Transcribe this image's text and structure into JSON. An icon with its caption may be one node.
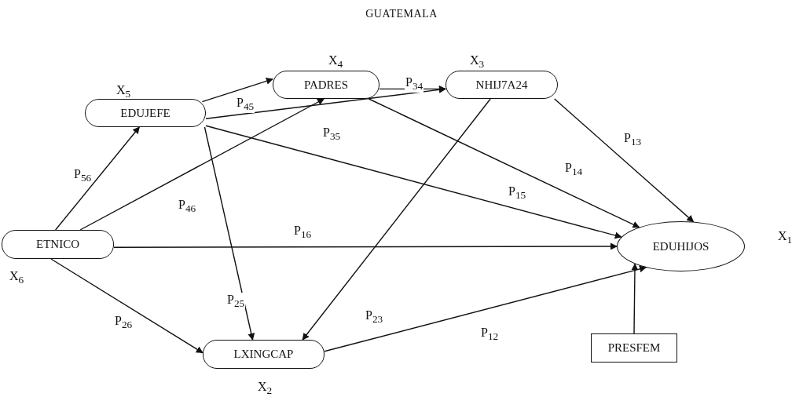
{
  "diagram": {
    "title": "GUATEMALA",
    "nodes": [
      {
        "text": [
          "PADRES"
        ],
        "beside": [
          "X$_{4}$"
        ]
      },
      {
        "text": [
          "NHIJ7A24"
        ],
        "beside": [
          "X$_{3}$"
        ]
      },
      {
        "text": [
          "EDUJEFE"
        ],
        "beside": [
          "X$_{5}$"
        ]
      },
      {
        "text": [
          "ETNICO"
        ],
        "beside": [
          "X$_{6}$"
        ]
      },
      {
        "text": [
          "EDUHIJOS"
        ],
        "beside": [
          "X$_{1}$"
        ]
      },
      {
        "text": [
          "LXINGCAP"
        ],
        "beside": [
          "X$_{2}$"
        ]
      },
      {
        "text": [
          "PRESFEM"
        ]
      }
    ],
    "edges": [
      {
        "from": 0,
        "to": 1,
        "arrow": "to",
        "label": "P$_{34}$"
      },
      {
        "from": 2,
        "to": 0,
        "arrow": "to",
        "label": "P$_{45}$"
      },
      {
        "from": 2,
        "to": 1,
        "arrow": "to",
        "label": "P$_{35}$"
      },
      {
        "from": 3,
        "to": 2,
        "arrow": "to",
        "label": "P$_{56}$"
      },
      {
        "from": 3,
        "to": 0,
        "arrow": "to",
        "label": "P$_{46}$"
      },
      {
        "from": 0,
        "to": 4,
        "arrow": "to",
        "label": "P$_{14}$"
      },
      {
        "from": 1,
        "to": 4,
        "arrow": "to",
        "label": "P$_{13}$"
      },
      {
        "from": 2,
        "to": 4,
        "arrow": "to",
        "label": "P$_{15}$"
      },
      {
        "from": 3,
        "to": 4,
        "arrow": "to",
        "label": "P$_{16}$"
      },
      {
        "from": 2,
        "to": 5,
        "arrow": "to",
        "label": "P$_{25}$"
      },
      {
        "from": 1,
        "to": 5,
        "arrow": "to",
        "label": "P$_{23}$"
      },
      {
        "from": 3,
        "to": 5,
        "arrow": "to",
        "label": "P$_{26}$"
      },
      {
        "from": 5,
        "to": 4,
        "arrow": "to",
        "label": "P$_{12}$"
      },
      {
        "from": 6,
        "to": 4,
        "arrow": "to"
      }
    ]
  }
}
